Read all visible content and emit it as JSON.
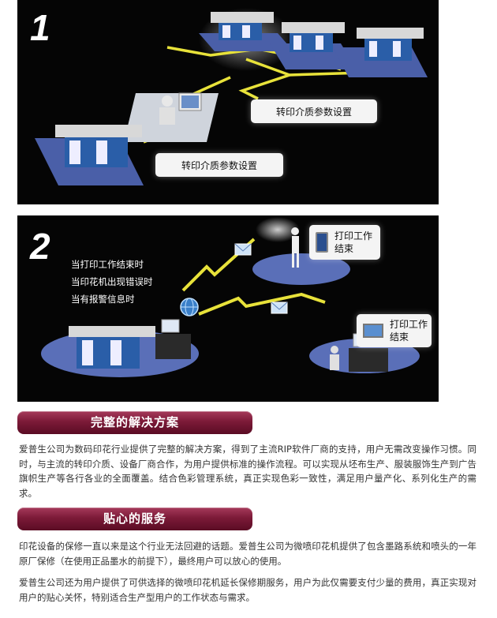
{
  "panel1": {
    "step": "1",
    "callout_top": "转印介质参数设置",
    "callout_bottom": "转印介质参数设置"
  },
  "panel2": {
    "step": "2",
    "conditions": [
      "当打印工作结束时",
      "当印花机出现错误时",
      "当有报警信息时"
    ],
    "phone_notice": "打印工作\n结束",
    "pc_notice": "打印工作\n结束"
  },
  "section1": {
    "title": "完整的解决方案",
    "body": "爱普生公司为数码印花行业提供了完整的解决方案，得到了主流RIP软件厂商的支持，用户无需改变操作习惯。同时，与主流的转印介质、设备厂商合作，为用户提供标准的操作流程。可以实现从坯布生产、服装服饰生产到广告旗帜生产等各行各业的全面覆盖。结合色彩管理系统，真正实现色彩一致性，满足用户量产化、系列化生产的需求。"
  },
  "section2": {
    "title": "贴心的服务",
    "body1": "印花设备的保修一直以来是这个行业无法回避的话题。爱普生公司为微喷印花机提供了包含墨路系统和喷头的一年原厂保修（在使用正品墨水的前提下），最终用户可以放心的使用。",
    "body2": "爱普生公司还为用户提供了可供选择的微喷印花机延长保修期服务，用户为此仅需要支付少量的费用，真正实现对用户的贴心关怀，特别适合生产型用户的工作状态与需求。"
  },
  "colors": {
    "network_line": "#e8e23a",
    "platform": "#4a5fa8",
    "banner": "#7c1a38"
  }
}
